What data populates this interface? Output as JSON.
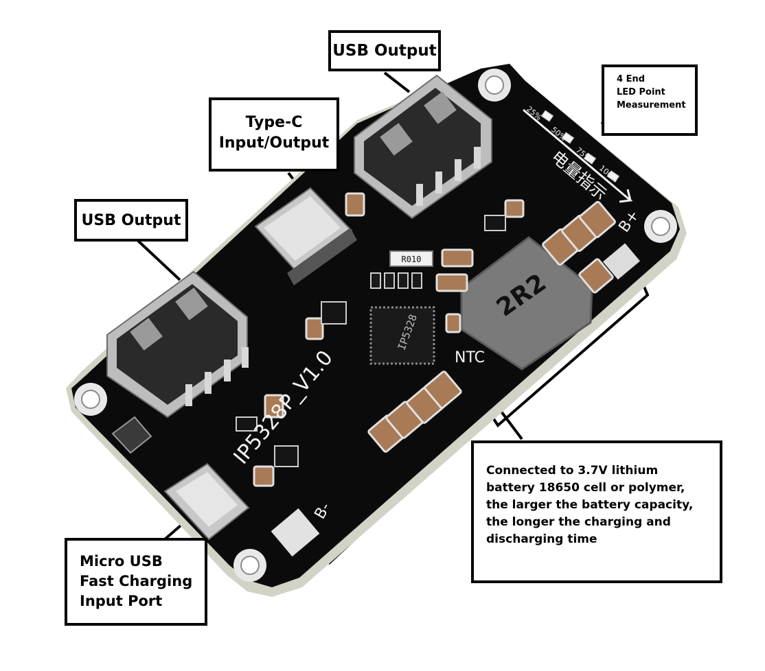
{
  "callouts": {
    "usb_top": {
      "label": "USB Output"
    },
    "type_c": {
      "line1": "Type-C",
      "line2": "Input/Output"
    },
    "usb_left": {
      "label": "USB Output"
    },
    "led": {
      "line1": "4 End",
      "line2": "LED Point",
      "line3": "Measurement"
    },
    "micro_usb": {
      "line1": "Micro USB",
      "line2": "Fast Charging",
      "line3": "Input Port"
    },
    "battery": {
      "line1": "Connected to 3.7V lithium",
      "line2": "battery 18650 cell or polymer,",
      "line3": "the larger the battery capacity,",
      "line4": "the longer the charging and",
      "line5": "discharging time"
    }
  },
  "board": {
    "model": "IP5328P_V1.0",
    "chip_text": "IP5328",
    "inductor_text": "2R2",
    "resistor_text": "R010",
    "ntc_label": "NTC",
    "b_plus": "B+",
    "b_minus": "B-",
    "led_silk": "电量指示",
    "led_levels": [
      "25%",
      "50%",
      "75%",
      "100%"
    ]
  },
  "colors": {
    "pcb": "#0b0b0b",
    "pcb_edge": "#cfcfc4",
    "connector_metal": "#bdbdbd",
    "inductor": "#7a7a7a",
    "capacitor": "#a87a55",
    "silkscreen": "#f2f2f2"
  }
}
